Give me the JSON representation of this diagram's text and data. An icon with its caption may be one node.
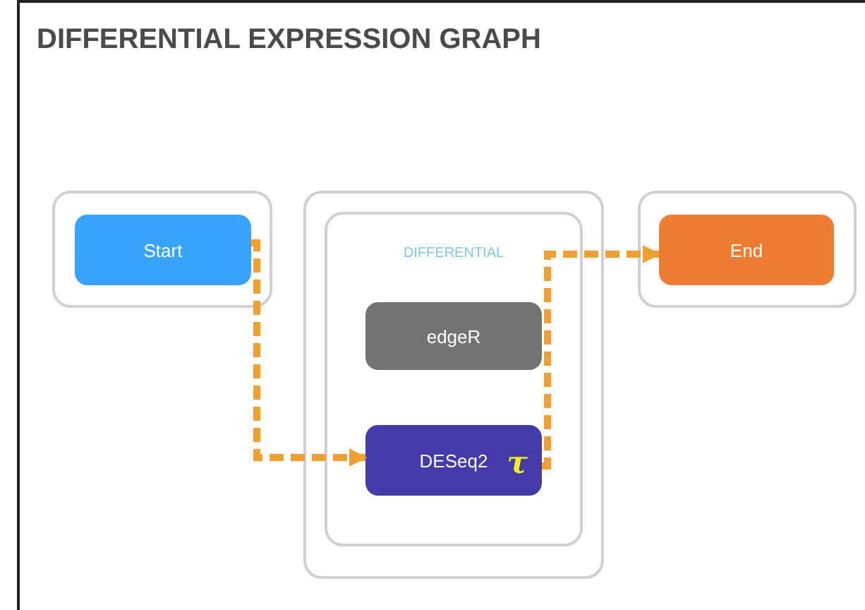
{
  "diagram": {
    "title": "DIFFERENTIAL EXPRESSION GRAPH",
    "nodes": [
      {
        "text": [],
        "shape": "box"
      },
      {
        "text": [
          "Start"
        ],
        "in": 0
      },
      {
        "text": [],
        "shape": "box"
      },
      {
        "text": [
          "DIFFERENTIAL"
        ],
        "in": 2
      },
      {
        "text": [
          "edgeR"
        ],
        "in": 3
      },
      {
        "text": [
          "DESeq2",
          "τ"
        ],
        "in": 3
      },
      {
        "text": [],
        "shape": "box"
      },
      {
        "text": [
          "End"
        ],
        "in": 6
      }
    ],
    "edges": [
      {
        "from": 1,
        "to": 5,
        "arrow": "to",
        "style": "dashed"
      },
      {
        "from": 5,
        "to": 7,
        "arrow": "to",
        "style": "dashed"
      }
    ]
  }
}
